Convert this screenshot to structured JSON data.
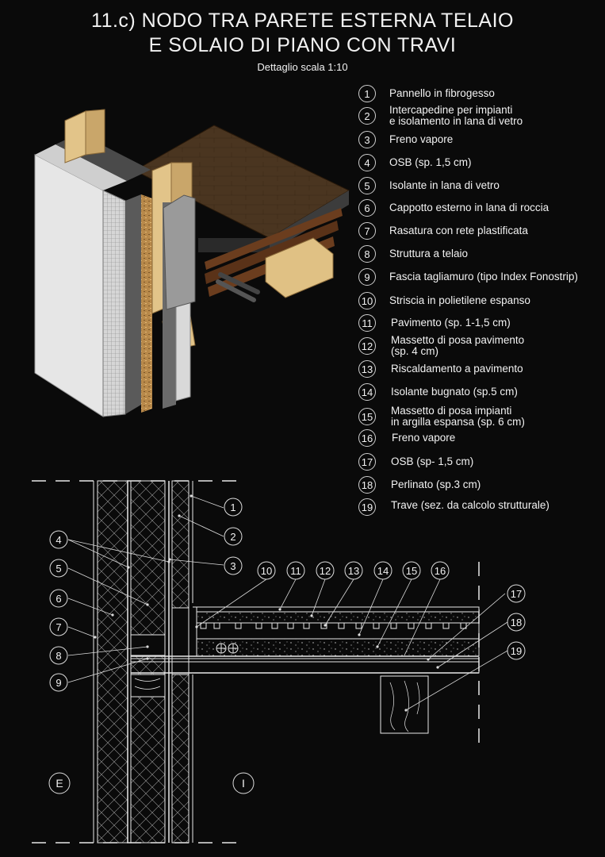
{
  "header": {
    "title_line1": "11.c) NODO  TRA PARETE ESTERNA TELAIO",
    "title_line2": "E SOLAIO DI PIANO CON TRAVI",
    "subtitle": "Dettaglio scala 1:10"
  },
  "legend": [
    {
      "num": "1",
      "text": "Pannello in fibrogesso"
    },
    {
      "num": "2",
      "text": "Intercapedine per impianti\ne isolamento in lana di vetro"
    },
    {
      "num": "3",
      "text": "Freno vapore"
    },
    {
      "num": "4",
      "text": "OSB (sp. 1,5 cm)"
    },
    {
      "num": "5",
      "text": "Isolante in lana di vetro"
    },
    {
      "num": "6",
      "text": "Cappotto esterno in lana di roccia"
    },
    {
      "num": "7",
      "text": "Rasatura con rete plastificata"
    },
    {
      "num": "8",
      "text": "Struttura a telaio"
    },
    {
      "num": "9",
      "text": "Fascia tagliamuro (tipo Index Fonostrip)"
    },
    {
      "num": "10",
      "text": "Striscia in polietilene espanso"
    },
    {
      "num": "11",
      "text": "Pavimento (sp. 1-1,5 cm)"
    },
    {
      "num": "12",
      "text": "Massetto di posa pavimento\n(sp. 4 cm)"
    },
    {
      "num": "13",
      "text": "Riscaldamento a pavimento"
    },
    {
      "num": "14",
      "text": "Isolante bugnato (sp.5 cm)"
    },
    {
      "num": "15",
      "text": "Massetto di posa impianti\nin argilla espansa (sp. 6 cm)"
    },
    {
      "num": "16",
      "text": "Freno vapore"
    },
    {
      "num": "17",
      "text": "OSB (sp- 1,5 cm)"
    },
    {
      "num": "18",
      "text": "Perlinato (sp.3 cm)"
    },
    {
      "num": "19",
      "text": "Trave (sez. da calcolo strutturale)"
    }
  ],
  "section": {
    "label_exterior": "E",
    "label_interior": "I",
    "callouts": [
      "1",
      "2",
      "3",
      "4",
      "5",
      "6",
      "7",
      "8",
      "9",
      "10",
      "11",
      "12",
      "13",
      "14",
      "15",
      "16",
      "17",
      "18",
      "19"
    ]
  },
  "colors": {
    "background": "#0a0a0a",
    "line": "#e8e8e8",
    "wood": "#d9b77a",
    "floor": "#4a3520"
  }
}
